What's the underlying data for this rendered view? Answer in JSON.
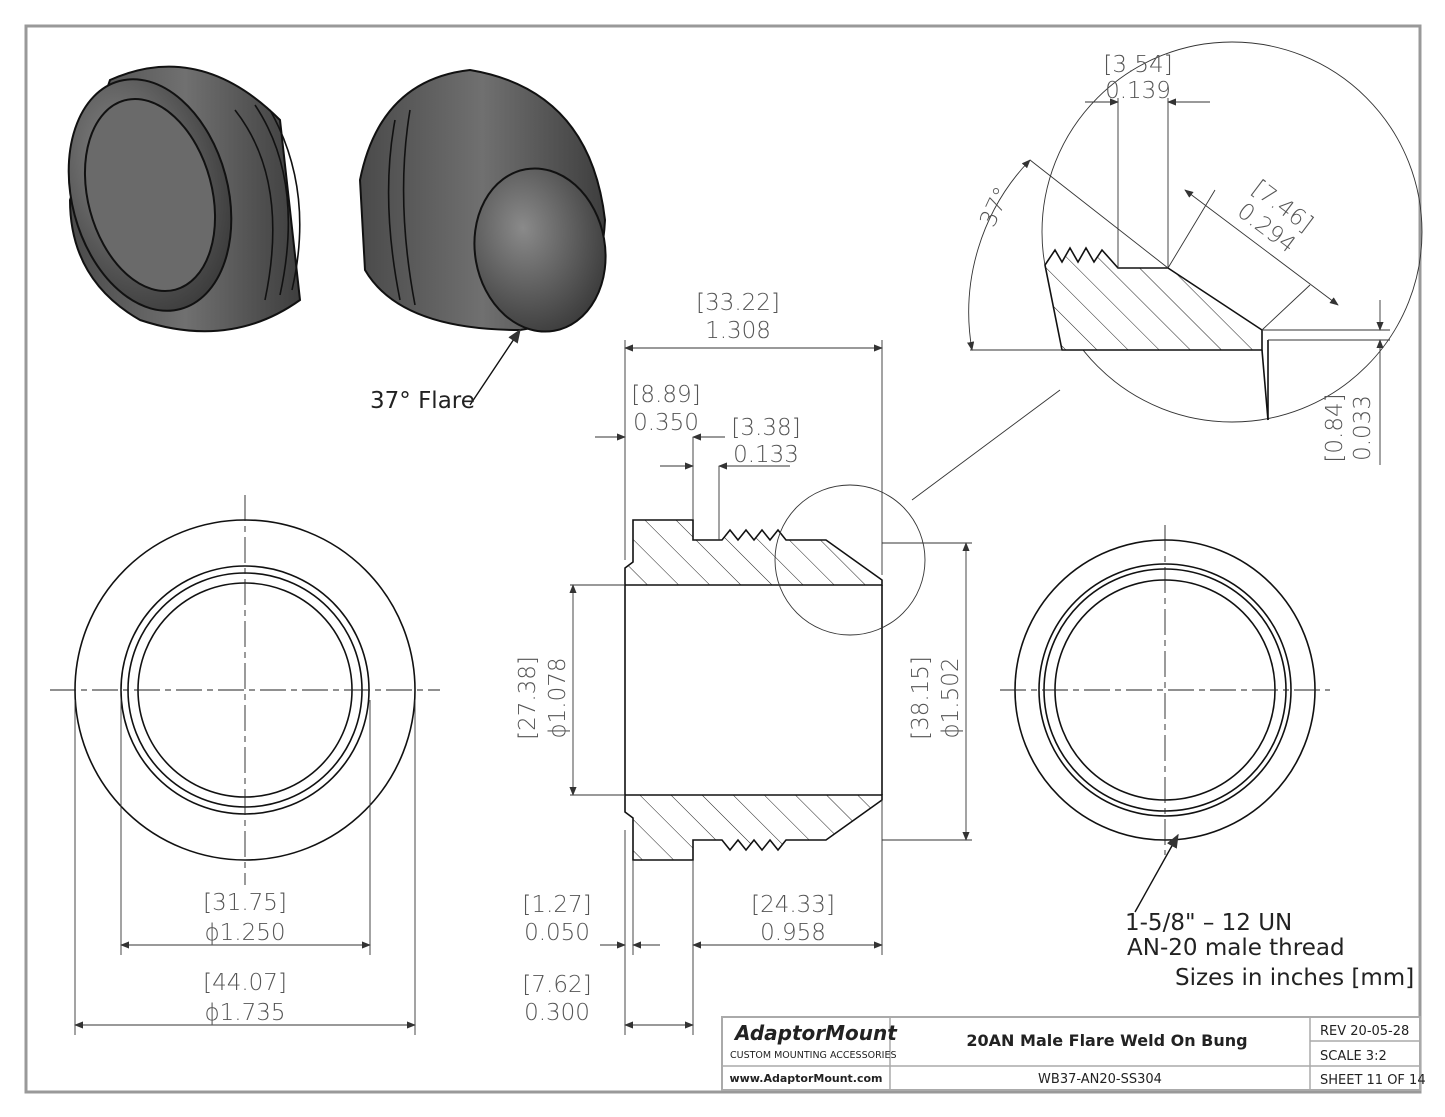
{
  "title_block": {
    "company": "AdaptorMount",
    "tagline": "CUSTOM MOUNTING ACCESSORIES",
    "website": "www.AdaptorMount.com",
    "title": "20AN Male Flare Weld On Bung",
    "part_number": "WB37-AN20-SS304",
    "revision": "REV 20-05-28",
    "scale": "SCALE 3:2",
    "sheet": "SHEET 11 OF 14"
  },
  "notes": {
    "flare": "37° Flare",
    "thread_1": "1-5/8\" – 12 UN",
    "thread_2": "AN-20 male thread",
    "units": "Sizes in inches [mm]",
    "angle": "37°"
  },
  "dimensions": {
    "overall_length": {
      "mm": "[33.22]",
      "in": "1.308"
    },
    "flange_width": {
      "mm": "[8.89]",
      "in": "0.350"
    },
    "relief": {
      "mm": "[3.38]",
      "in": "0.133"
    },
    "bore": {
      "mm": "[27.38]",
      "in": "ϕ1.078"
    },
    "flare_od": {
      "mm": "[38.15]",
      "in": "ϕ1.502"
    },
    "chamfer": {
      "mm": "[1.27]",
      "in": "0.050"
    },
    "thread_length": {
      "mm": "[24.33]",
      "in": "0.958"
    },
    "flange_length": {
      "mm": "[7.62]",
      "in": "0.300"
    },
    "id_face": {
      "mm": "[31.75]",
      "in": "ϕ1.250"
    },
    "od_flange": {
      "mm": "[44.07]",
      "in": "ϕ1.735"
    },
    "detail_a": {
      "mm": "[3.54]",
      "in": "0.139"
    },
    "detail_b": {
      "mm": "[7.46]",
      "in": "0.294"
    },
    "detail_c": {
      "mm": "[0.84]",
      "in": "0.033"
    }
  }
}
